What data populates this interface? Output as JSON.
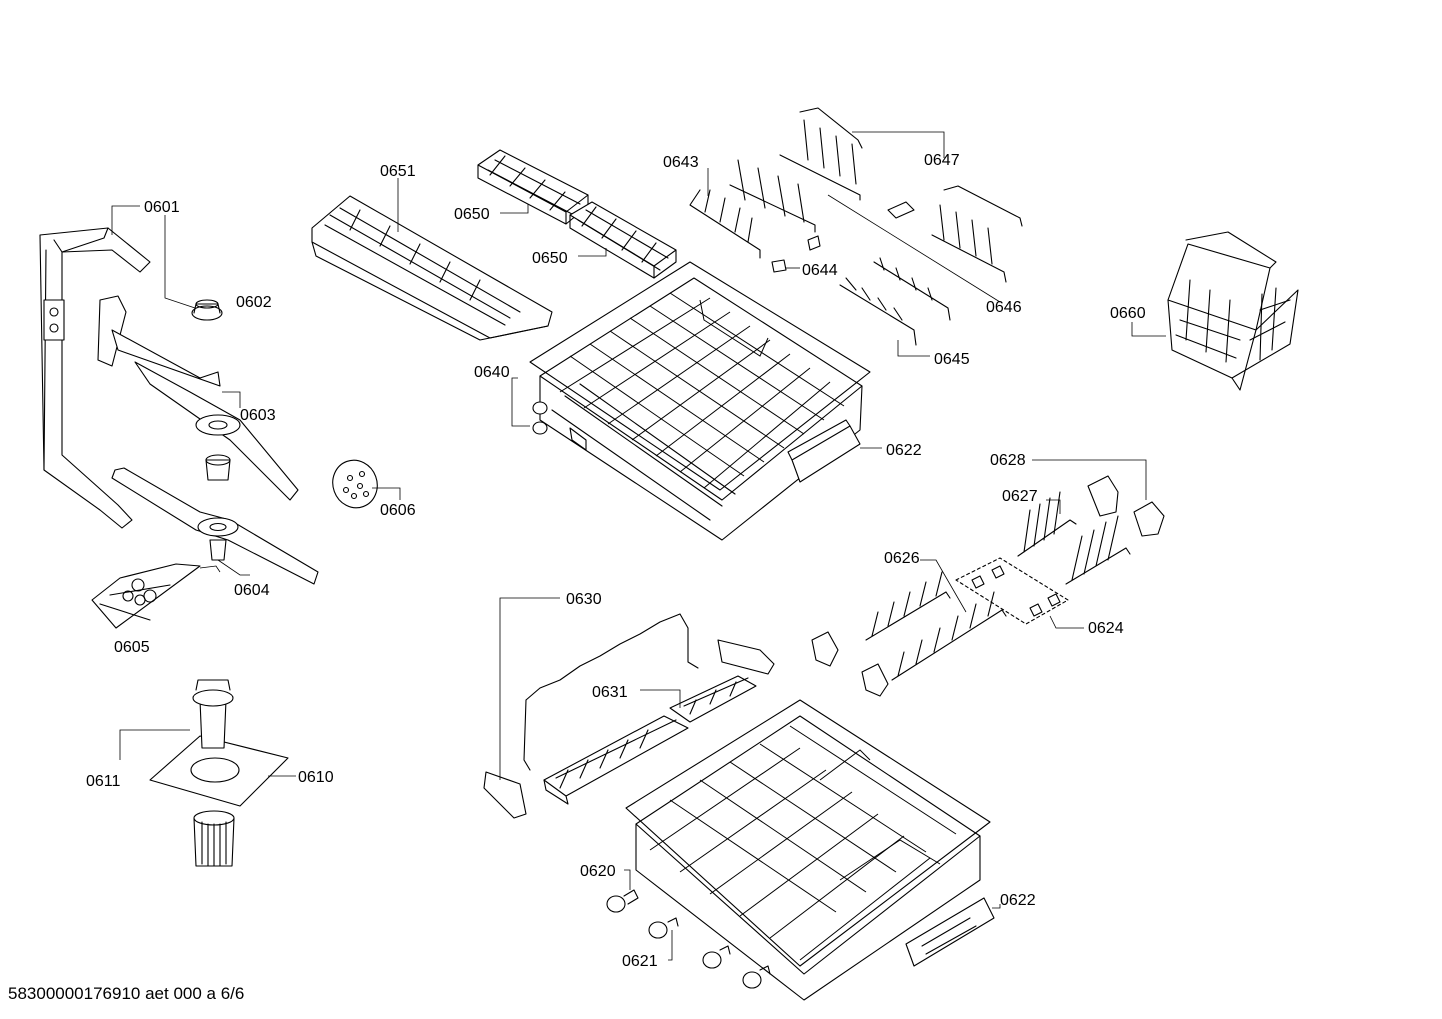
{
  "labels": {
    "l0601": "0601",
    "l0602": "0602",
    "l0603": "0603",
    "l0604": "0604",
    "l0605": "0605",
    "l0606": "0606",
    "l0610": "0610",
    "l0611": "0611",
    "l0620": "0620",
    "l0621": "0621",
    "l0622a": "0622",
    "l0622b": "0622",
    "l0624": "0624",
    "l0626": "0626",
    "l0627": "0627",
    "l0628": "0628",
    "l0630": "0630",
    "l0631": "0631",
    "l0640": "0640",
    "l0643": "0643",
    "l0644": "0644",
    "l0645": "0645",
    "l0646": "0646",
    "l0647": "0647",
    "l0650a": "0650",
    "l0650b": "0650",
    "l0651": "0651",
    "l0660": "0660"
  },
  "footer": "58300000176910 aet 000 a 6/6"
}
